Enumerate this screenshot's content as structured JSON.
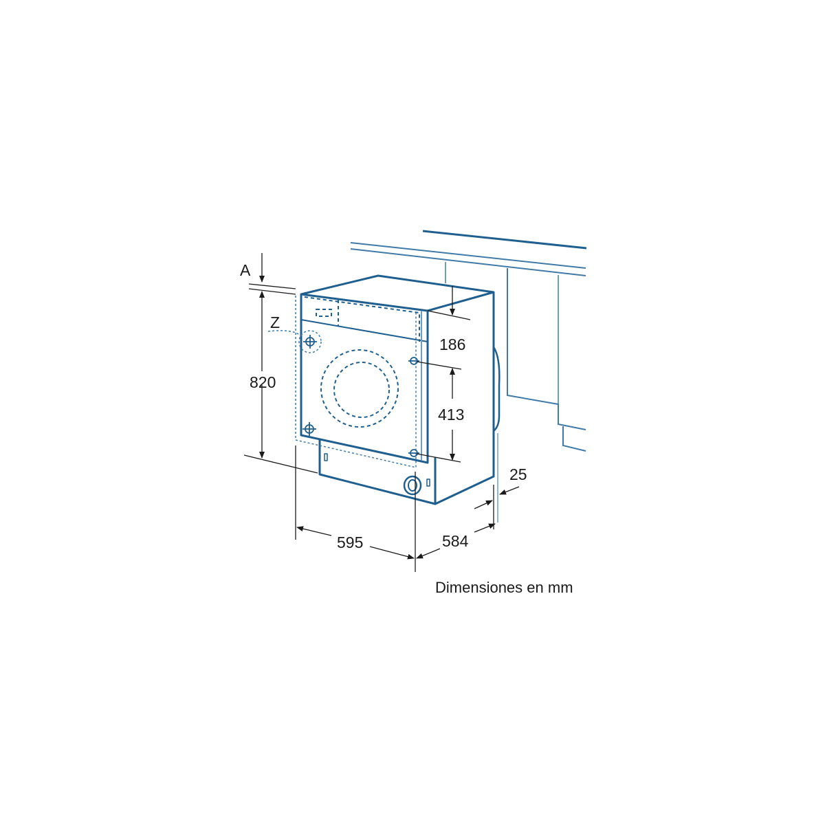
{
  "colors": {
    "outline": "#1f5f8f",
    "thin": "#6f9cc4",
    "dimension": "#1a1a1a"
  },
  "labels": {
    "a": "A",
    "z": "Z",
    "height": "820",
    "panel_height": "186",
    "hole_spacing": "413",
    "width": "595",
    "depth": "584",
    "recess": "25"
  },
  "caption": "Dimensiones en mm"
}
